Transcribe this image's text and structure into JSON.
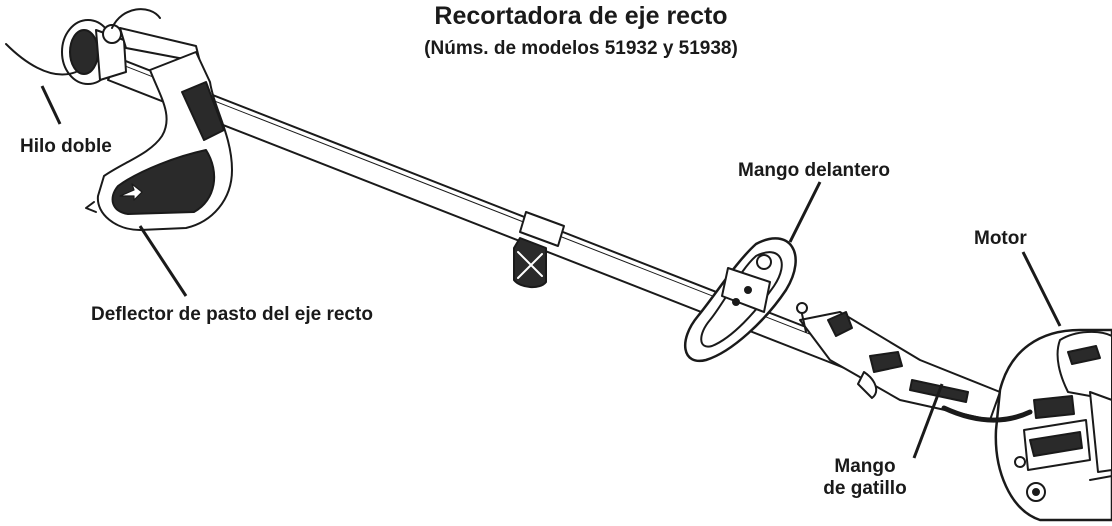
{
  "title": "Recortadora de eje recto",
  "subtitle": "(Núms. de modelos 51932 y 51938)",
  "labels": {
    "hilo_doble": "Hilo doble",
    "deflector": "Deflector de pasto del eje recto",
    "mango_delantero": "Mango delantero",
    "motor": "Motor",
    "mango_gatillo_line1": "Mango",
    "mango_gatillo_line2": "de gatillo"
  }
}
